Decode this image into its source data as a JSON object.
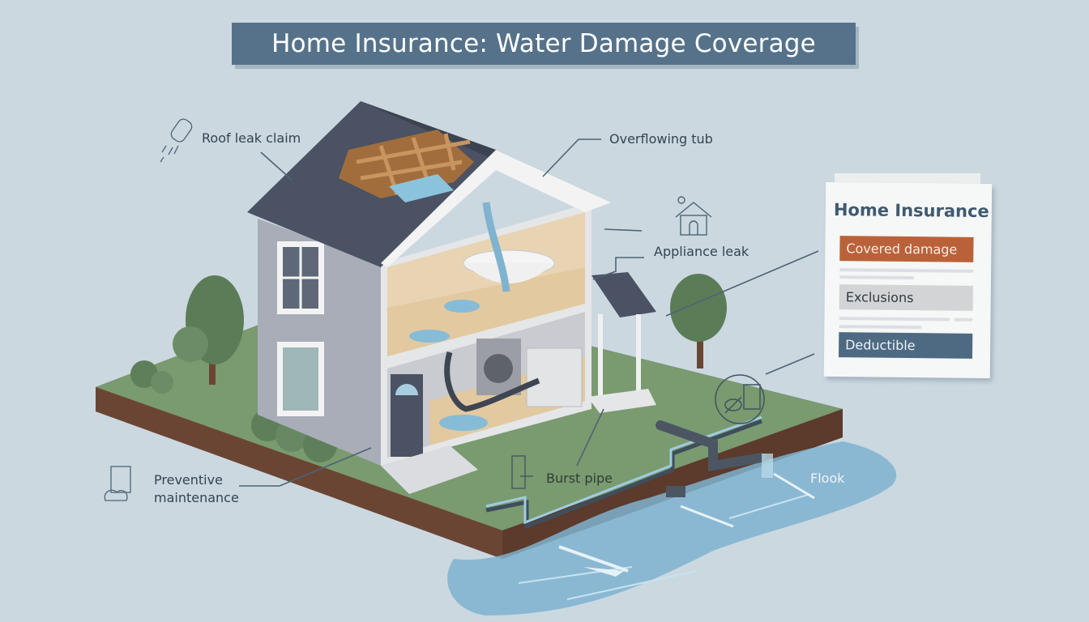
{
  "title": "Home Insurance: Water Damage Coverage",
  "callouts": {
    "roof_leak": {
      "label": "Roof leak claim",
      "icon": "roof-leak-icon"
    },
    "overflowing_tub": {
      "label": "Overflowing tub"
    },
    "appliance_leak": {
      "label": "Appliance leak",
      "icon": "house-icon"
    },
    "preventive_maintenance": {
      "label_line1": "Preventive",
      "label_line2": "maintenance",
      "icon": "document-cloud-icon"
    },
    "burst_pipe": {
      "label": "Burst pipe",
      "icon": "pipe-panel-icon"
    },
    "flood": {
      "label": "Flook"
    },
    "sump_icon": {
      "icon": "sump-pump-icon"
    }
  },
  "policy_document": {
    "title": "Home Insurance",
    "sections": [
      {
        "label": "Covered damage",
        "color": "#b9623a"
      },
      {
        "label": "Exclusions",
        "color": "#d2d4d6"
      },
      {
        "label": "Deductible",
        "color": "#4e6a82"
      }
    ]
  },
  "colors": {
    "background": "#cbd8e0",
    "banner": "#56728a",
    "roof": "#4a5263",
    "walls": "#a9adb8",
    "grass": "#6f8f68",
    "soil": "#6b4534",
    "water": "#7fb3cf"
  }
}
